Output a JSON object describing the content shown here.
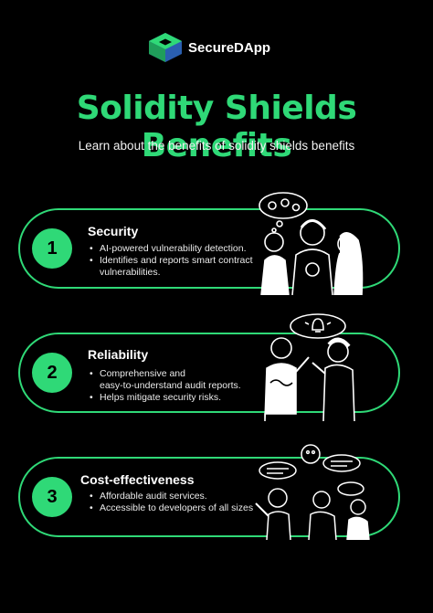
{
  "brand": {
    "name": "SecureDApp",
    "logo_icon": "cube-logo-icon",
    "colors": {
      "green": "#2fd977",
      "blue": "#2a5fb0"
    }
  },
  "header": {
    "title": "Solidity Shields Benefits",
    "subtitle": "Learn about the benefits of solidity shields benefits"
  },
  "cards": [
    {
      "number": "1",
      "title": "Security",
      "bullets": [
        "AI-powered vulnerability detection.",
        "Identifies and reports smart contract",
        "vulnerabilities."
      ]
    },
    {
      "number": "2",
      "title": "Reliability",
      "bullets": [
        "Comprehensive and",
        "easy-to-understand audit reports.",
        "Helps mitigate security risks."
      ]
    },
    {
      "number": "3",
      "title": "Cost-effectiveness",
      "bullets": [
        "Affordable audit services.",
        "Accessible to developers of all sizes"
      ]
    }
  ],
  "theme": {
    "accent": "#2fd977",
    "background": "#000000",
    "text": "#ffffff"
  }
}
